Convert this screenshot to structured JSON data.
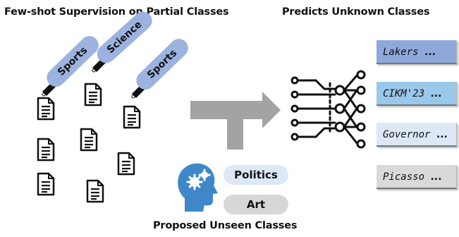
{
  "titles": {
    "left": "Few-shot Supervision on Partial Classes",
    "right": "Predicts Unknown Classes",
    "bottom": "Proposed Unseen Classes"
  },
  "tags": [
    "Sports",
    "Science",
    "Sports"
  ],
  "proposed": [
    "Politics",
    "Art"
  ],
  "predictions": [
    {
      "text": "Lakers",
      "suffix": "...",
      "color": "#8fa8dc"
    },
    {
      "text": "CIKM'23",
      "suffix": "...",
      "color": "#9ac8ea"
    },
    {
      "text": "Governor",
      "suffix": "...",
      "color": "#dde8f6"
    },
    {
      "text": "Picasso",
      "suffix": "...",
      "color": "#d9d9d9"
    }
  ],
  "icons": [
    "document-icon",
    "pen-icon",
    "arrow-icon",
    "neural-network-icon",
    "head-gears-icon"
  ]
}
